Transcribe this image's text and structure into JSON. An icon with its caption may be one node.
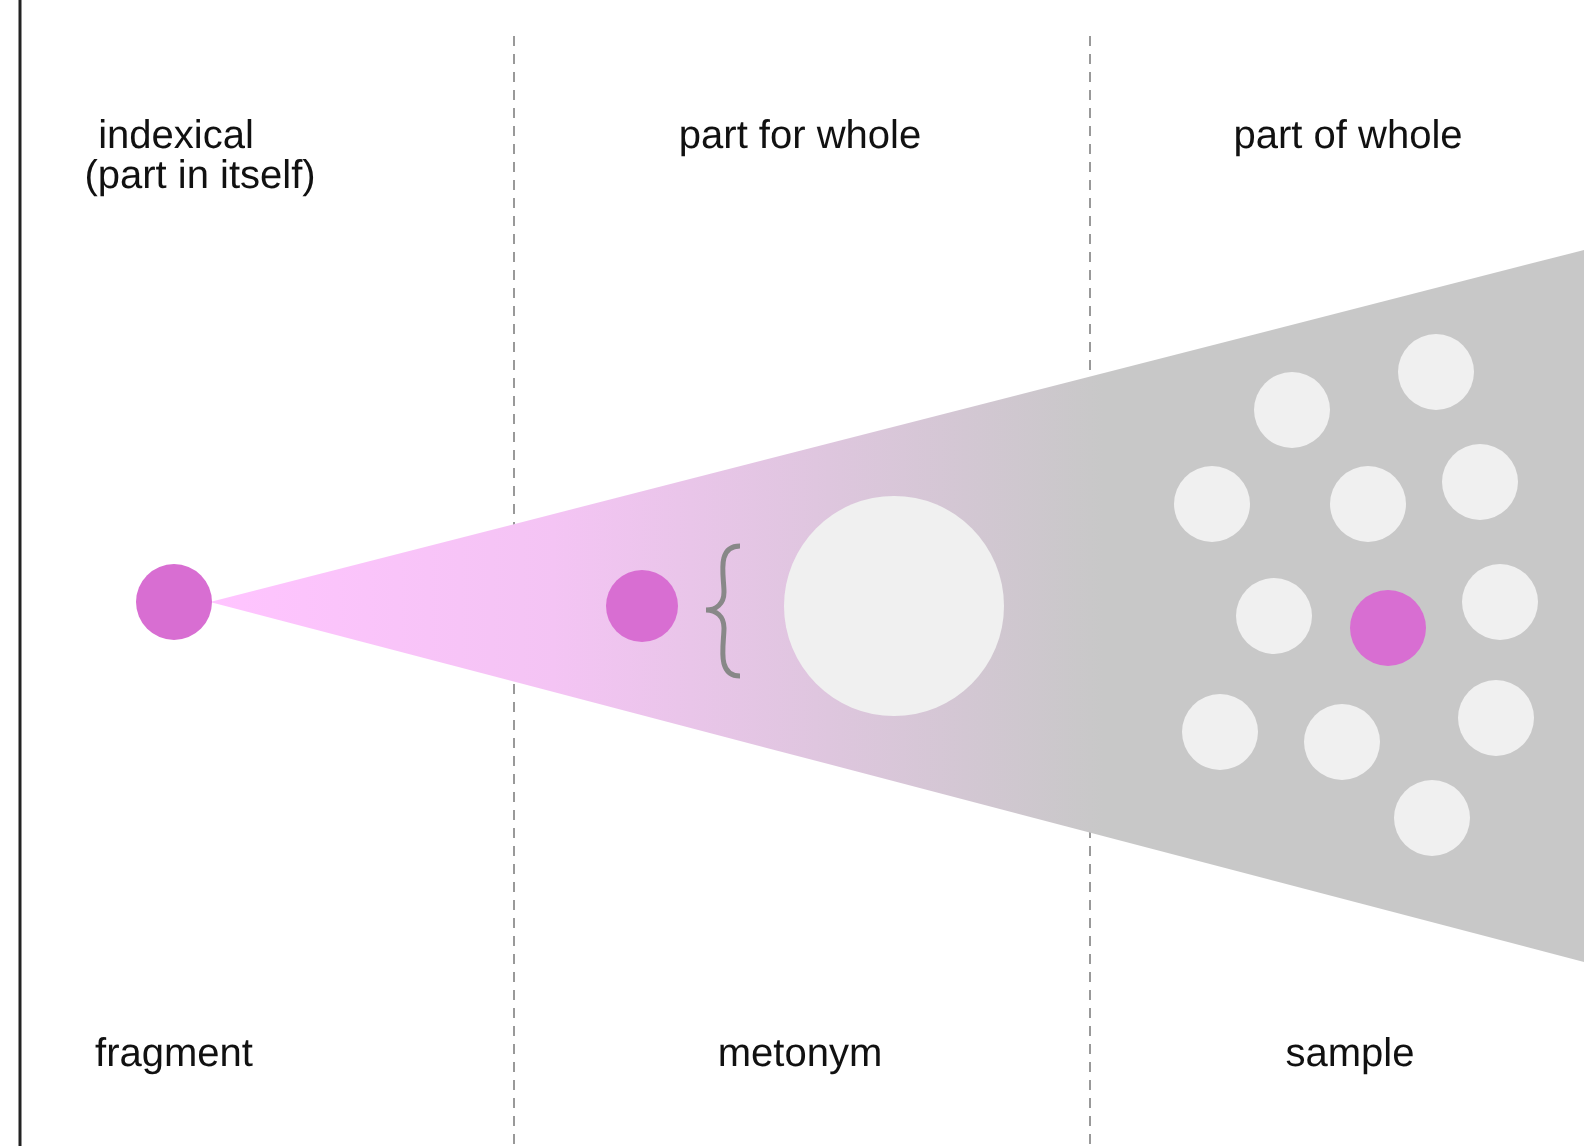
{
  "diagram": {
    "labels": [
      "indexical",
      "(part in itself)",
      "part for whole",
      "part of whole",
      "fragment",
      "metonym",
      "sample"
    ]
  }
}
